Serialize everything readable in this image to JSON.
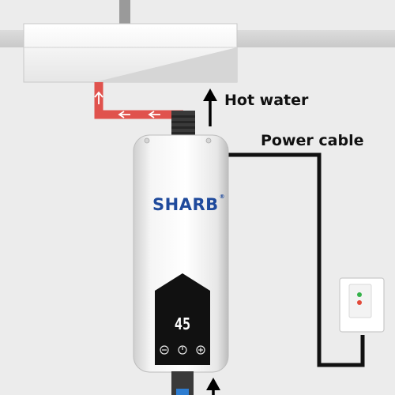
{
  "labels": {
    "hot_water": "Hot water",
    "power_cable": "Power cable"
  },
  "heater": {
    "brand": "SHARB",
    "brand_mark": "®",
    "display_temperature": "45",
    "control_buttons": [
      "minus-icon",
      "power-icon",
      "plus-icon"
    ]
  },
  "colors": {
    "hot_pipe": "#e0524d",
    "brand_text": "#1f4a9c",
    "panel": "#111111",
    "outlet_led_green": "#35b24a",
    "outlet_led_red": "#e24a3a",
    "cold_inlet": "#2e7dd1"
  }
}
